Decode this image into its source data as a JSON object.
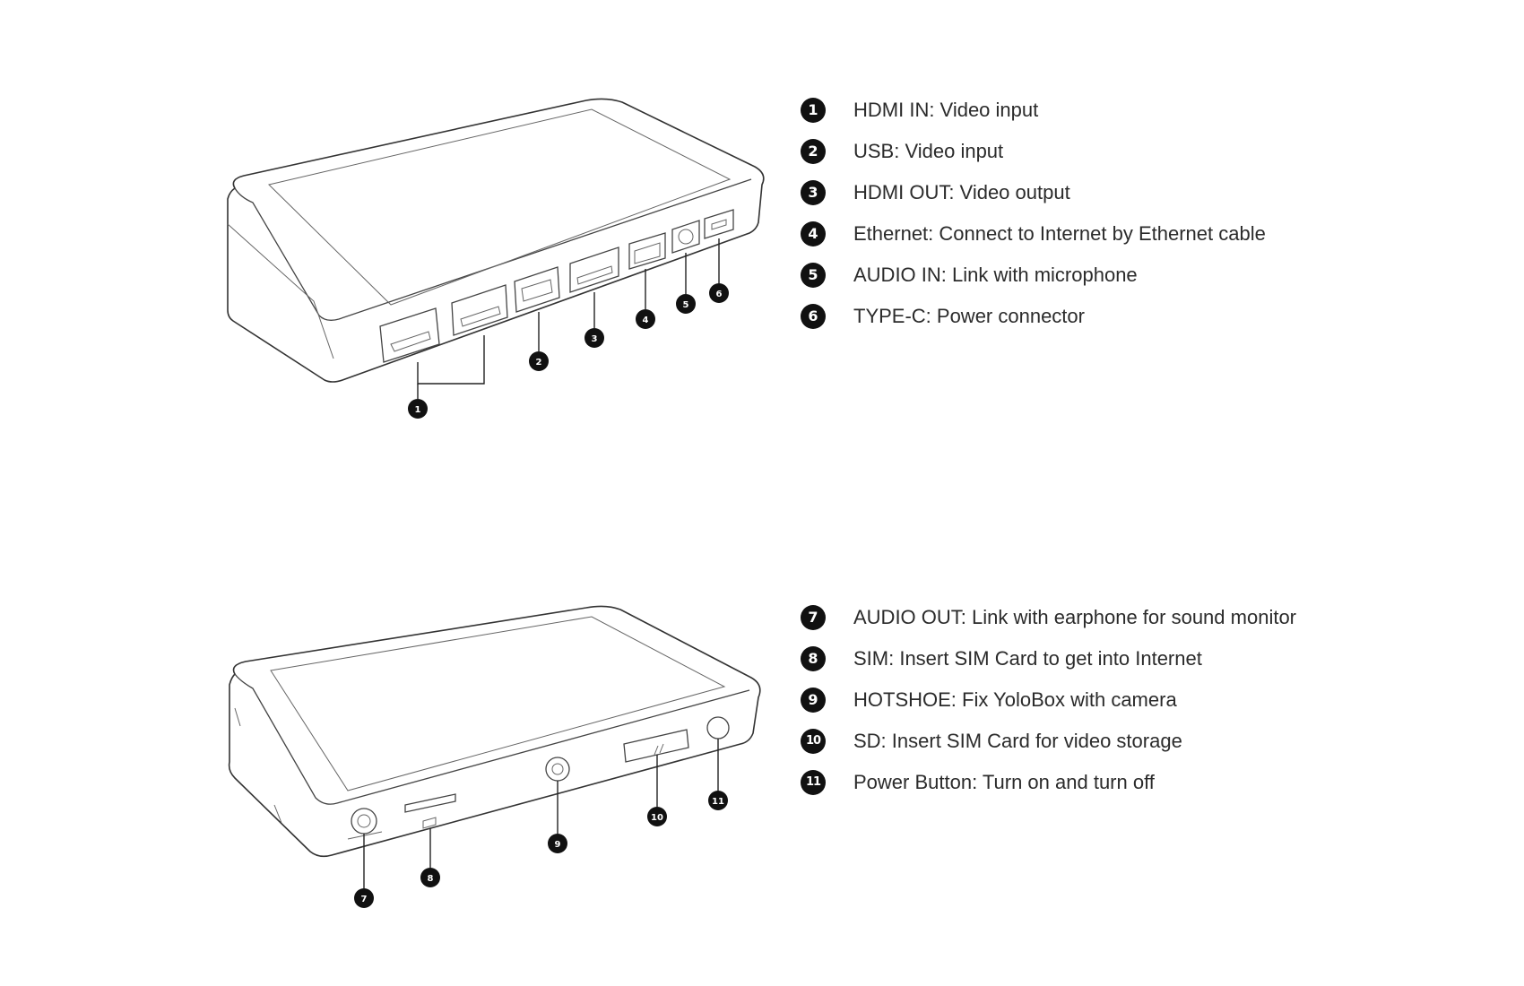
{
  "legend_top": [
    {
      "number": "1",
      "label": "HDMI IN: Video input"
    },
    {
      "number": "2",
      "label": "USB: Video input"
    },
    {
      "number": "3",
      "label": "HDMI OUT: Video output"
    },
    {
      "number": "4",
      "label": "Ethernet: Connect to Internet by Ethernet cable"
    },
    {
      "number": "5",
      "label": "AUDIO IN: Link with microphone"
    },
    {
      "number": "6",
      "label": "TYPE-C: Power connector"
    }
  ],
  "legend_bottom": [
    {
      "number": "7",
      "label": "AUDIO OUT: Link with earphone for sound monitor"
    },
    {
      "number": "8",
      "label": "SIM: Insert SIM Card to get into Internet"
    },
    {
      "number": "9",
      "label": "HOTSHOE: Fix YoloBox with camera"
    },
    {
      "number": "10",
      "label": "SD: Insert SIM Card for video storage"
    },
    {
      "number": "11",
      "label": "Power Button: Turn on and turn off"
    }
  ],
  "top_device_callouts": [
    "1",
    "2",
    "3",
    "4",
    "5",
    "6"
  ],
  "bottom_device_callouts": [
    "7",
    "8",
    "9",
    "10",
    "11"
  ],
  "colors": {
    "badge": "#111111",
    "line": "#333333",
    "text": "#2b2b2b"
  }
}
